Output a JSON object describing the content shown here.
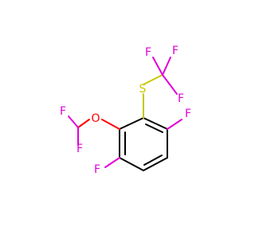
{
  "molecule": {
    "atoms": {
      "f_top_left": "F",
      "f_top_mid": "F",
      "f_top_right": "F",
      "s": "S",
      "o": "O",
      "f_chf2_top": "F",
      "f_chf2_bottom": "F",
      "f_ring_right": "F",
      "f_ring_left": "F"
    },
    "colors": {
      "fluorine": "#e000d8",
      "oxygen": "#ff0000",
      "sulfur": "#c8c800",
      "bond": "#000000"
    }
  }
}
